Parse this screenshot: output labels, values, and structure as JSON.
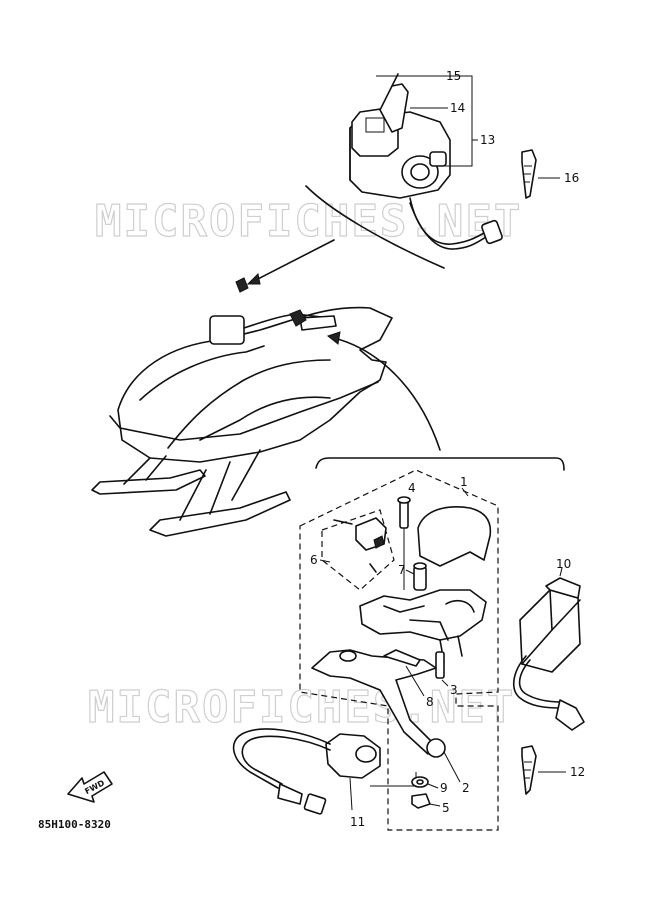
{
  "watermark": "MICROFICHES.NET",
  "diagram_code": "85H100-8320",
  "fwd_label": "FWD",
  "callouts": {
    "c1": "1",
    "c2": "2",
    "c3": "3",
    "c4": "4",
    "c5": "5",
    "c6": "6",
    "c7": "7",
    "c8": "8",
    "c9": "9",
    "c10": "10",
    "c11": "11",
    "c12": "12",
    "c13": "13",
    "c14": "14",
    "c15": "15",
    "c16": "16"
  }
}
